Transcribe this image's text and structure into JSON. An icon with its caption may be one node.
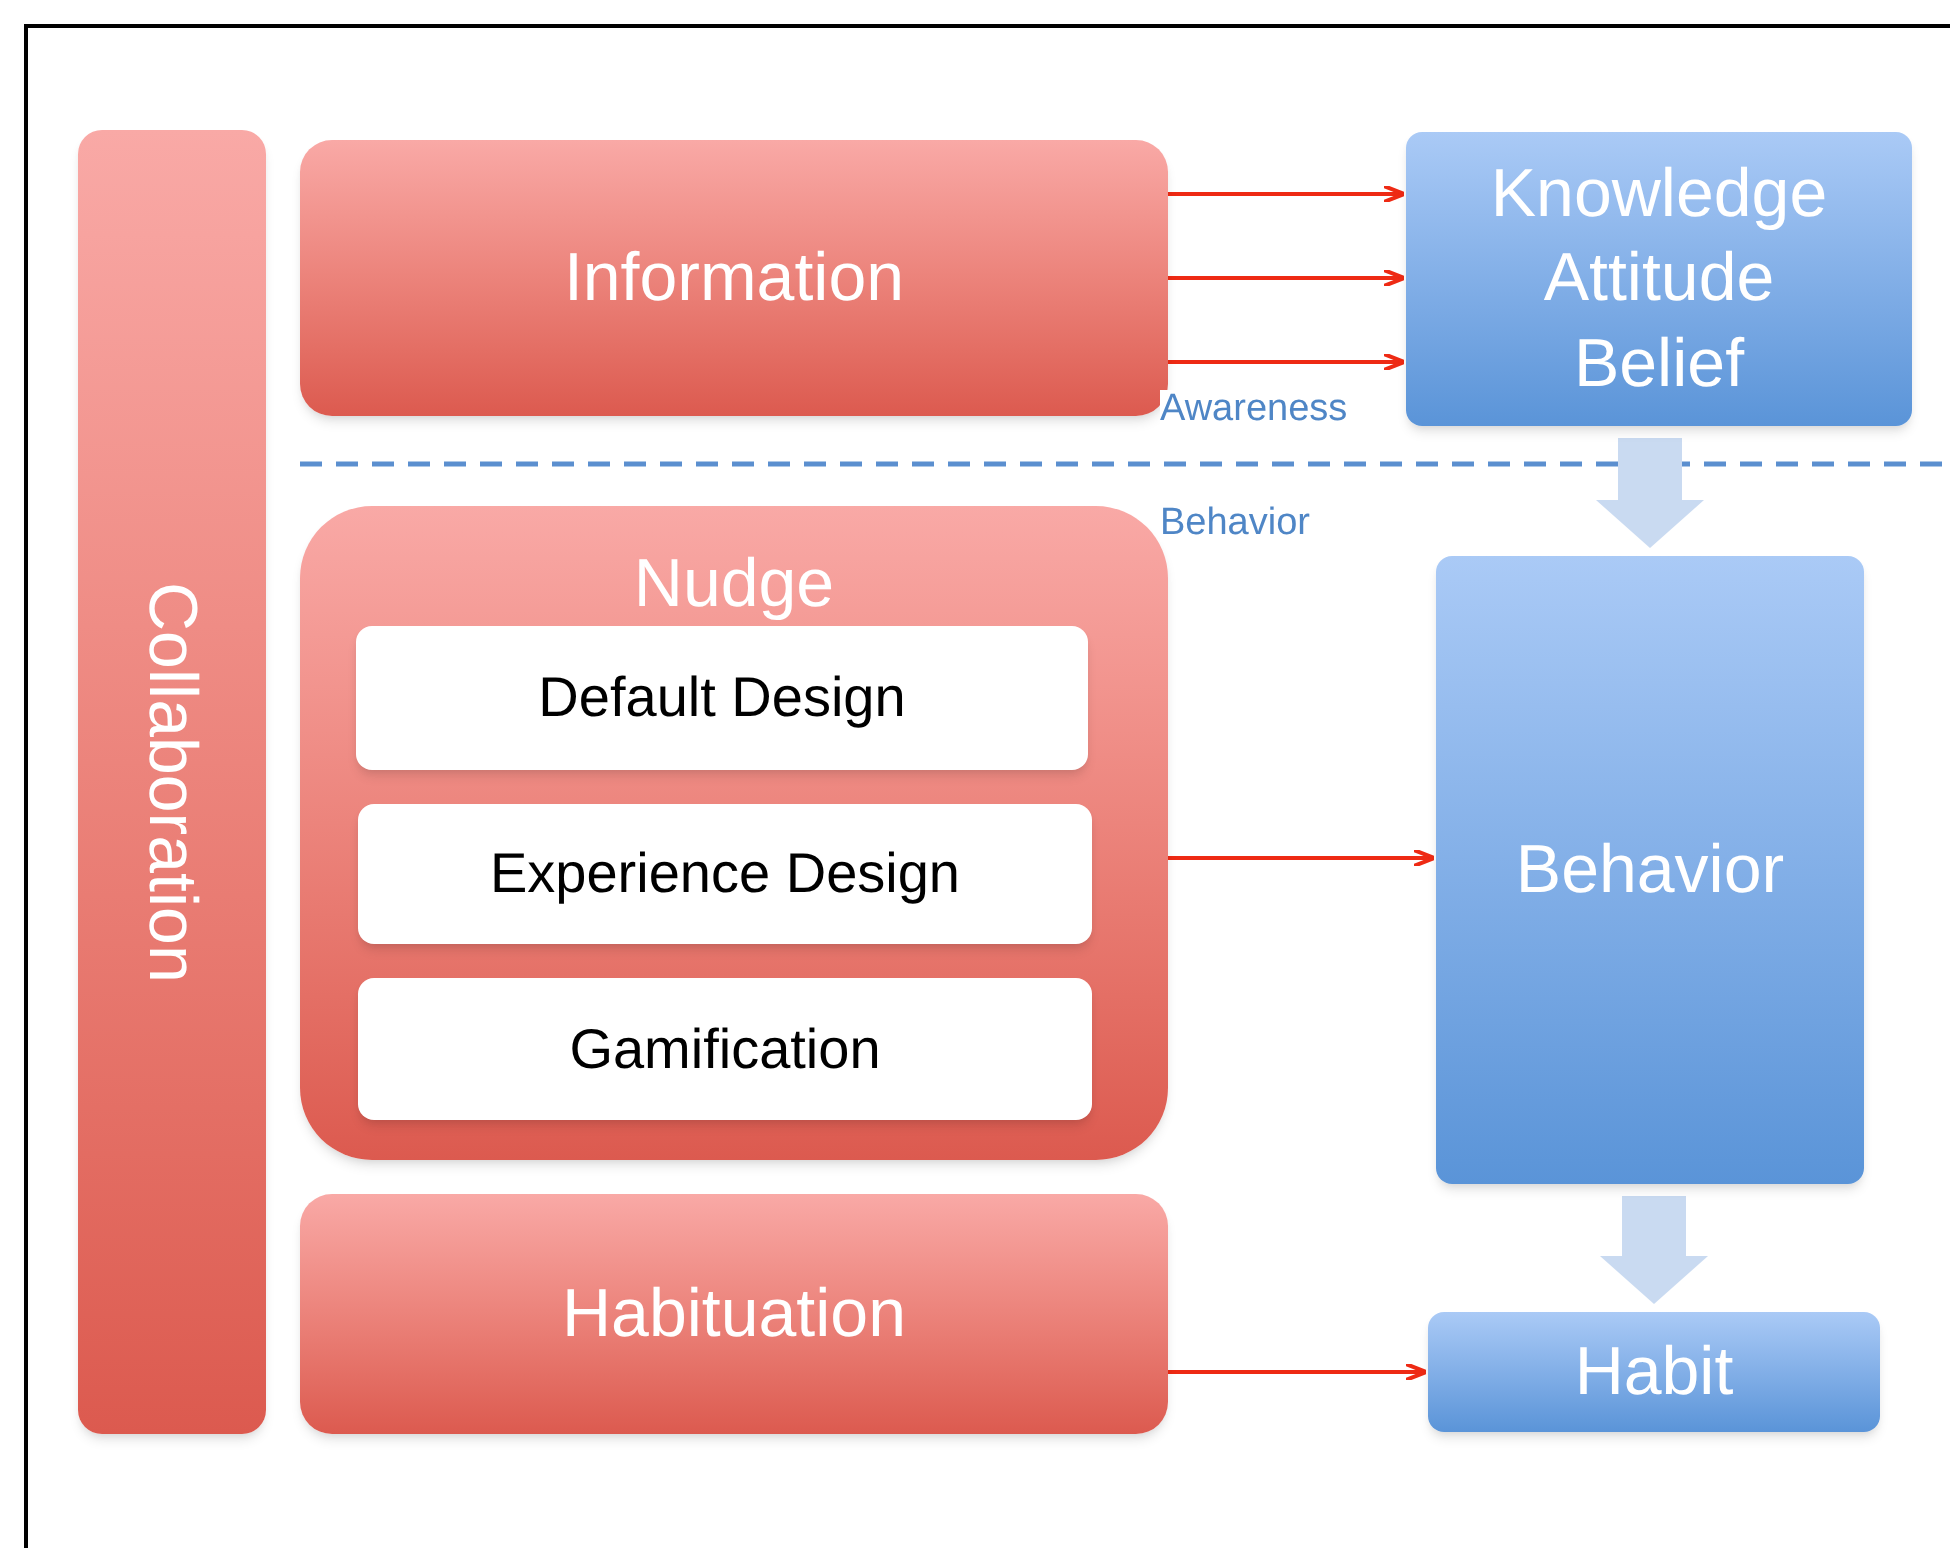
{
  "diagram": {
    "nodes": [
      {
        "text": [
          "Collaboration"
        ]
      },
      {
        "text": [
          "Information"
        ]
      },
      {
        "text": [
          "Knowledge Attitude Belief"
        ]
      },
      {
        "text": [
          "Nudge"
        ]
      },
      {
        "text": [
          "Default Design"
        ],
        "in": 3
      },
      {
        "text": [
          "Experience Design"
        ],
        "in": 3
      },
      {
        "text": [
          "Gamification"
        ],
        "in": 3
      },
      {
        "text": [
          "Behavior"
        ]
      },
      {
        "text": [
          "Habituation"
        ]
      },
      {
        "text": [
          "Habit"
        ]
      }
    ],
    "edges": [
      {
        "from": 1,
        "to": 2,
        "arrow": "to"
      },
      {
        "from": 1,
        "to": 2,
        "arrow": "to"
      },
      {
        "from": 1,
        "to": 2,
        "arrow": "to"
      },
      {
        "from": 2,
        "to": 7,
        "arrow": "to",
        "style": "thick",
        "color": "#c9daf1"
      },
      {
        "from": 3,
        "to": 7,
        "arrow": "to"
      },
      {
        "from": 7,
        "to": 9,
        "arrow": "to",
        "style": "thick",
        "color": "#c9daf1"
      },
      {
        "from": 8,
        "to": 9,
        "arrow": "to"
      }
    ],
    "labels": [
      "Awareness",
      "Behavior"
    ]
  }
}
